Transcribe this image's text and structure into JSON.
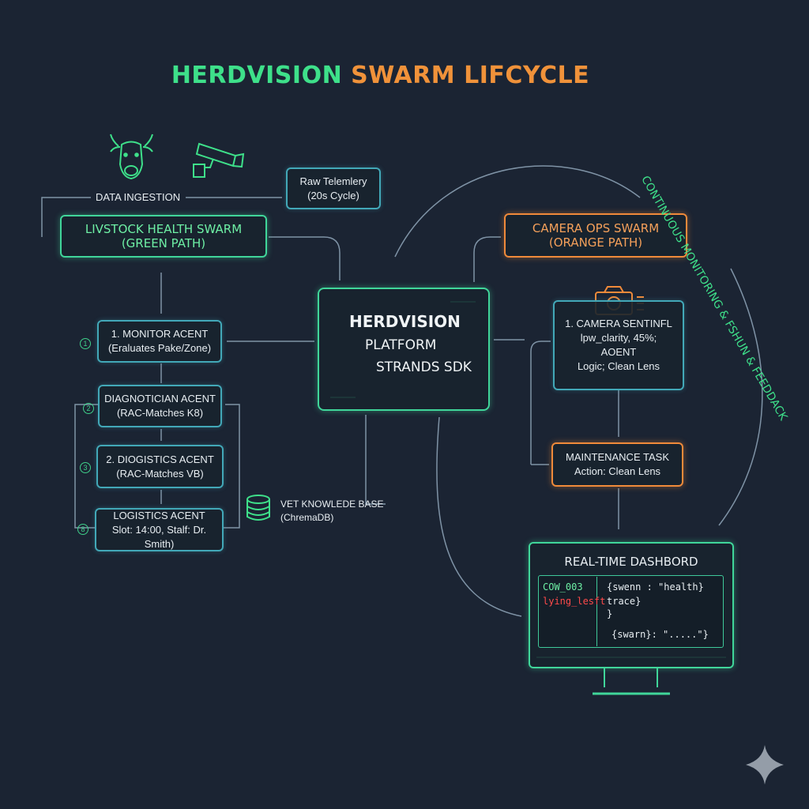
{
  "title": {
    "part1": "HERDVISION",
    "part2": "SWARM LIFCYCLE"
  },
  "colors": {
    "background": "#1b2433",
    "green": "#40d69a",
    "orange": "#f08a3a",
    "teal": "#42a8b8",
    "red": "#ff4a4a"
  },
  "icons": [
    "cow-icon",
    "cctv-camera-icon",
    "camera-icon",
    "database-icon",
    "sparkle-icon"
  ],
  "ingestion": {
    "label": "DATA INGESTION"
  },
  "telemetry": {
    "line1": "Raw Telemlery",
    "line2": "(20s Cycle)"
  },
  "livestock_swarm": {
    "line1": "LIVSTOCK HEALTH SWARM",
    "line2": "(GREEN PATH)"
  },
  "agents": {
    "monitor": {
      "number": "1",
      "line1": "1. MONITOR ACENT",
      "line2": "(Eraluates Pake/Zone)"
    },
    "diagnostician": {
      "number": "2",
      "line1": "DIAGNOTICIAN ACENT",
      "line2": "(RAC-Matches K8)"
    },
    "diogistics": {
      "number": "3",
      "line1": "2. DIOGISTICS ACENT",
      "line2": "(RAC-Matches VB)"
    },
    "logistics": {
      "number": "8",
      "line1": "LOGISTICS ACENT",
      "line2": "Slot: 14:00, Stalf: Dr. Smith)"
    }
  },
  "knowledge_base": {
    "line1": "VET KNOWLEDE BASE",
    "line2": "(ChremaDB)"
  },
  "platform": {
    "line1": "HERDVISION",
    "line2": "PLATFORM",
    "line3": "STRANDS SDK"
  },
  "camera_swarm": {
    "line1": "CAMERA OPS SWARM",
    "line2": "(ORANGE PATH)"
  },
  "camera_sentinel": {
    "line1": "1. CAMERA SENTINFL",
    "line2": "lpw_clarity, 45%;",
    "line3": "AOENT",
    "line4": "Logic; Clean Lens"
  },
  "maintenance": {
    "line1": "MAINTENANCE TASK",
    "line2": "Action: Clean Lens"
  },
  "dashboard": {
    "title": "REAL-TIME DASHBORD",
    "left_line1": "COW_003",
    "left_line2": "lying_lesft",
    "right_line1": "{swenn : \"health}",
    "right_line2": "trace}",
    "right_line3": "}",
    "right_line4": "{swarn}: \".....\"}"
  },
  "loop_label": "CONTINUOUS MONITORING & FSHUN & FEEDDACK"
}
